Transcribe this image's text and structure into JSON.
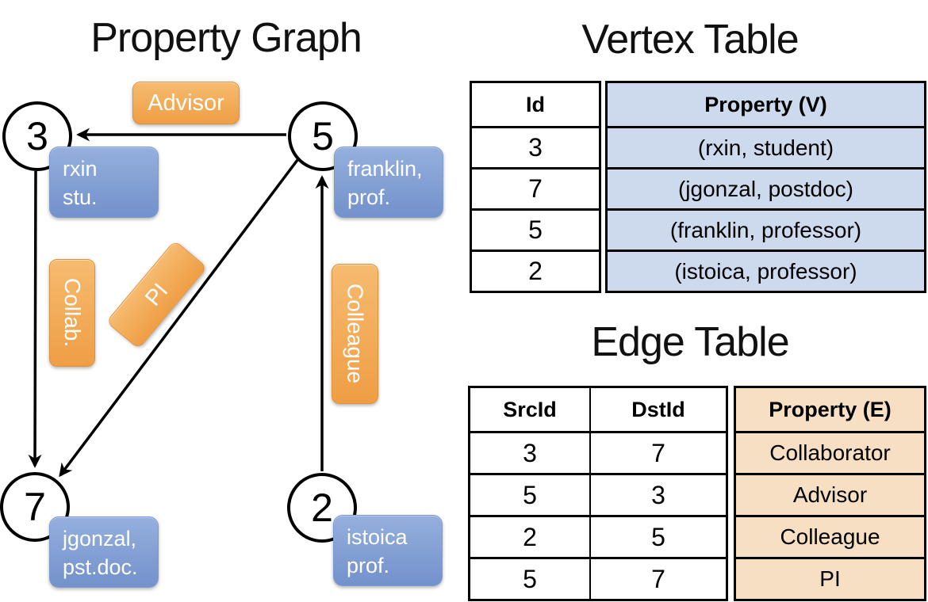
{
  "graph": {
    "title": "Property Graph",
    "nodes": [
      {
        "id": "3"
      },
      {
        "id": "5"
      },
      {
        "id": "7"
      },
      {
        "id": "2"
      }
    ],
    "edge_labels": {
      "advisor": "Advisor",
      "collab": "Collab.",
      "pi": "PI",
      "colleague": "Colleague"
    },
    "properties": {
      "rxin": {
        "line1": "rxin",
        "line2": "stu."
      },
      "franklin": {
        "line1": "franklin,",
        "line2": "prof."
      },
      "jgonzal": {
        "line1": "jgonzal,",
        "line2": "pst.doc."
      },
      "istoica": {
        "line1": "istoica",
        "line2": "prof."
      }
    }
  },
  "vertex_table": {
    "title": "Vertex Table",
    "col_id": "Id",
    "col_property": "Property (V)",
    "rows": [
      {
        "id": "3",
        "property": "(rxin, student)"
      },
      {
        "id": "7",
        "property": "(jgonzal, postdoc)"
      },
      {
        "id": "5",
        "property": "(franklin, professor)"
      },
      {
        "id": "2",
        "property": "(istoica, professor)"
      }
    ]
  },
  "edge_table": {
    "title": "Edge Table",
    "col_src": "SrcId",
    "col_dst": "DstId",
    "col_property": "Property (E)",
    "rows": [
      {
        "src": "3",
        "dst": "7",
        "property": "Collaborator"
      },
      {
        "src": "5",
        "dst": "3",
        "property": "Advisor"
      },
      {
        "src": "2",
        "dst": "5",
        "property": "Colleague"
      },
      {
        "src": "5",
        "dst": "7",
        "property": "PI"
      }
    ]
  },
  "colors": {
    "edge_label_orange_top": "#f6bb70",
    "edge_label_orange_bottom": "#ef9e44",
    "property_box_blue_top": "#95b0de",
    "property_box_blue_bottom": "#7391cb",
    "vertex_property_cell_bg": "#cdd9ed",
    "edge_property_cell_bg": "#f6dfc3",
    "line_color": "#000000",
    "box_text": "#ffffff"
  }
}
